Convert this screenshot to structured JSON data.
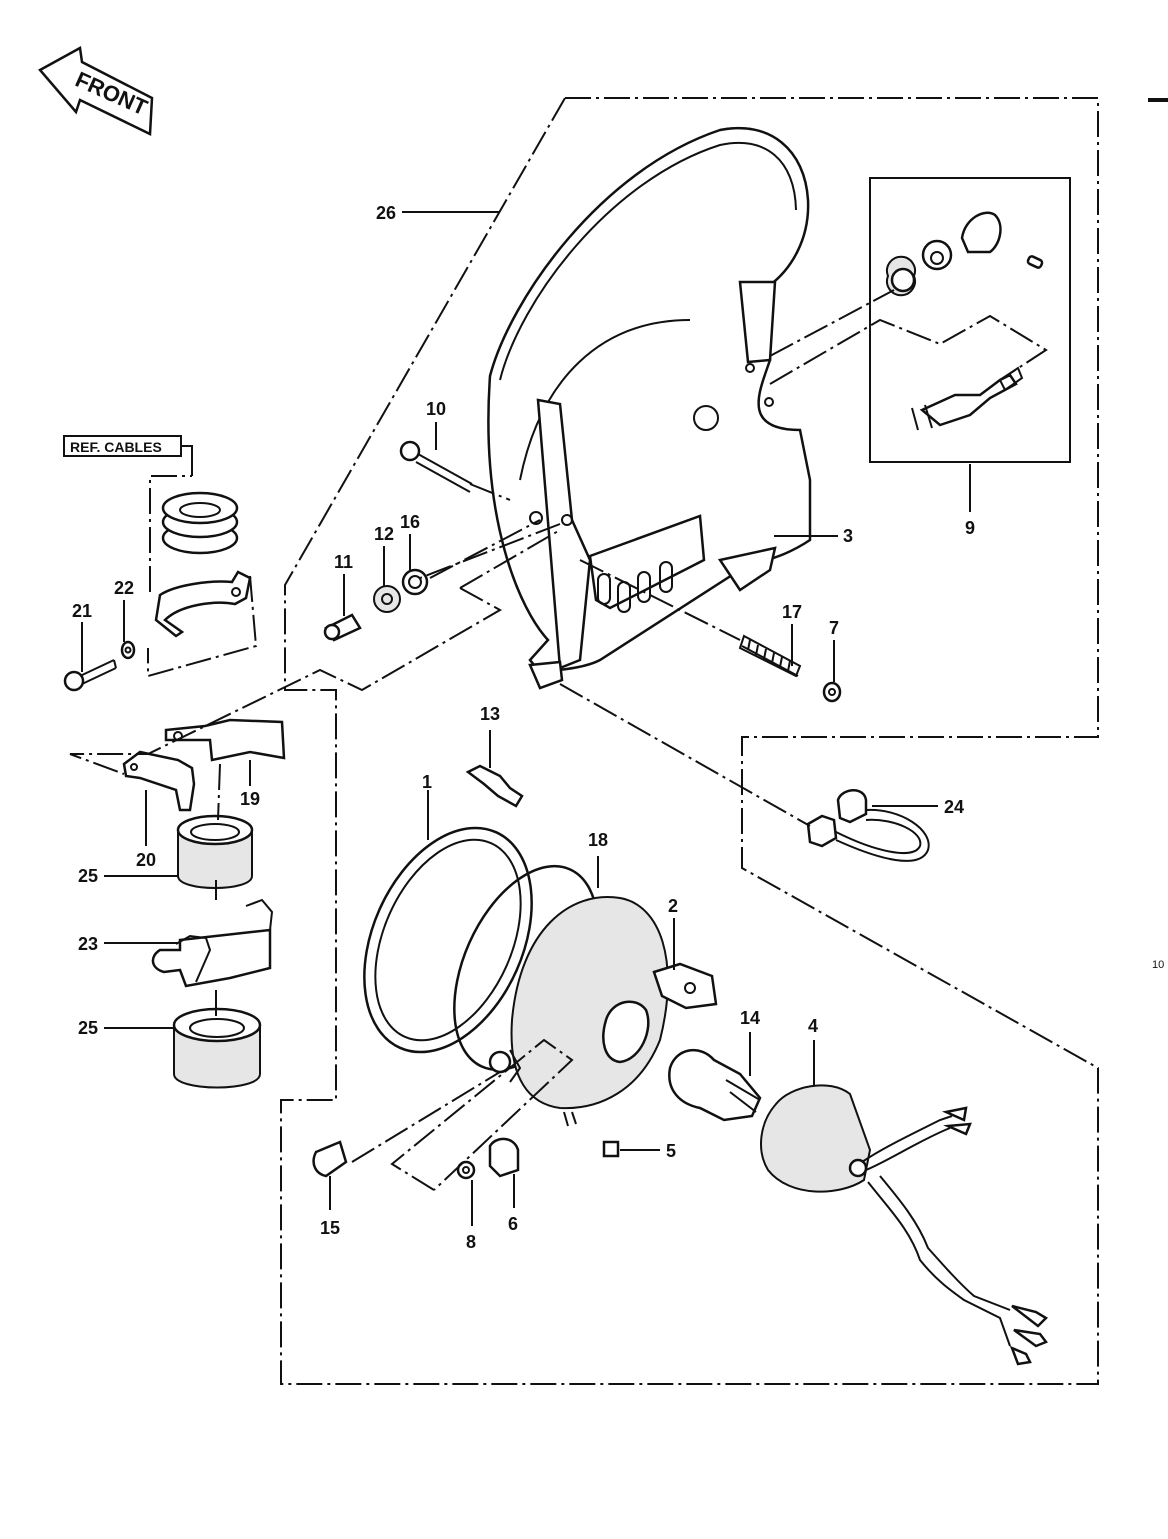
{
  "front_badge": "FRONT",
  "ref_cables": "REF. CABLES",
  "page_marker": "10",
  "callouts": {
    "c1": "1",
    "c2": "2",
    "c3": "3",
    "c4": "4",
    "c5": "5",
    "c6": "6",
    "c7": "7",
    "c8": "8",
    "c9": "9",
    "c10": "10",
    "c11": "11",
    "c12": "12",
    "c13": "13",
    "c14": "14",
    "c15": "15",
    "c16": "16",
    "c17": "17",
    "c18": "18",
    "c19": "19",
    "c20": "20",
    "c21": "21",
    "c22": "22",
    "c23": "23",
    "c24": "24",
    "c25a": "25",
    "c25b": "25",
    "c26": "26"
  }
}
